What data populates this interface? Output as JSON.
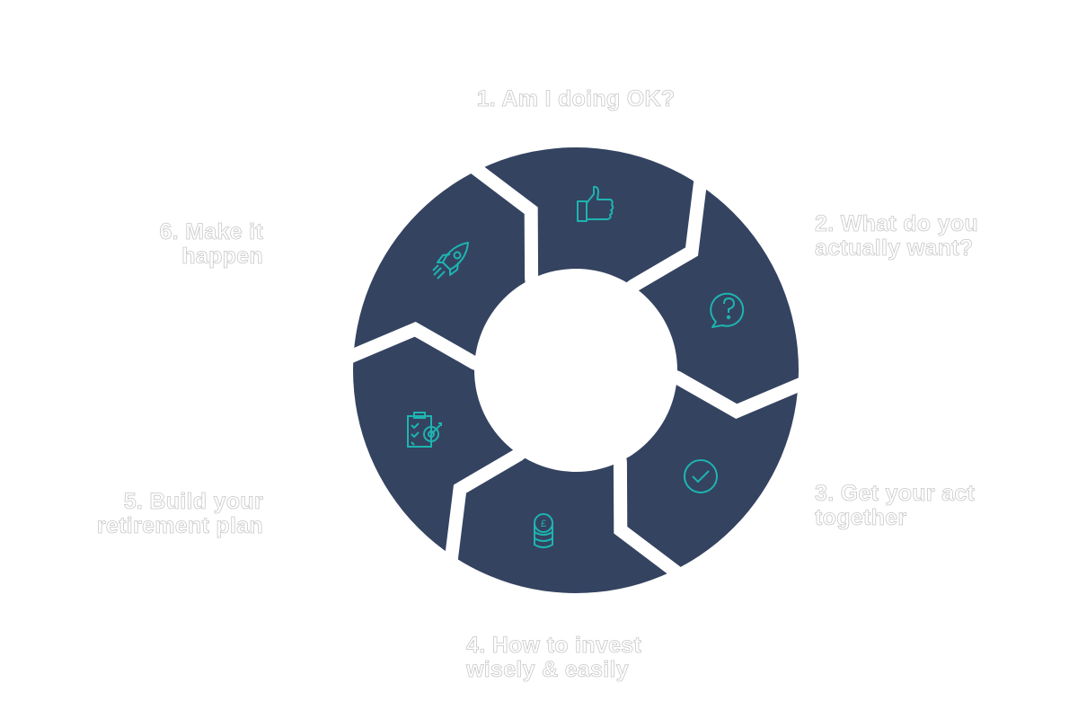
{
  "colors": {
    "segment": "#344360",
    "icon": "#1db4b0",
    "gap": "#ffffff"
  },
  "steps": [
    {
      "number": "1",
      "lines": [
        "1. Am I doing OK?"
      ],
      "icon": "thumbs-up-icon"
    },
    {
      "number": "2",
      "lines": [
        "2. What do you",
        "actually want?"
      ],
      "icon": "question-bubble-icon"
    },
    {
      "number": "3",
      "lines": [
        "3. Get your act",
        "together"
      ],
      "icon": "check-circle-icon"
    },
    {
      "number": "4",
      "lines": [
        "4. How to invest",
        "wisely & easily"
      ],
      "icon": "pound-coins-icon"
    },
    {
      "number": "5",
      "lines": [
        "5. Build your",
        "retirement plan"
      ],
      "icon": "clipboard-target-icon"
    },
    {
      "number": "6",
      "lines": [
        "6. Make it",
        "happen"
      ],
      "icon": "rocket-icon"
    }
  ]
}
